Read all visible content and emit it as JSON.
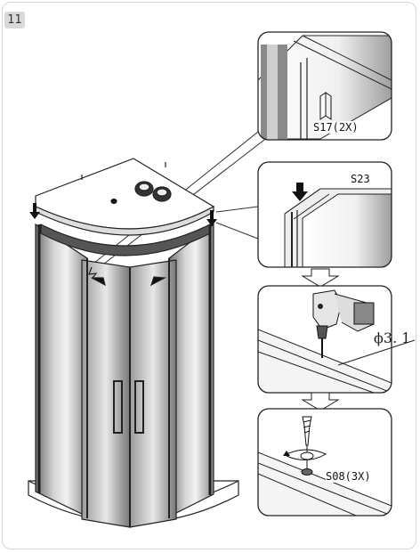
{
  "step": {
    "number": "11"
  },
  "parts": {
    "s17": "S17(2X)",
    "s23": "S23",
    "s08": "S08(3X)"
  },
  "drill": {
    "diameter_label": "ϕ3. 1"
  }
}
